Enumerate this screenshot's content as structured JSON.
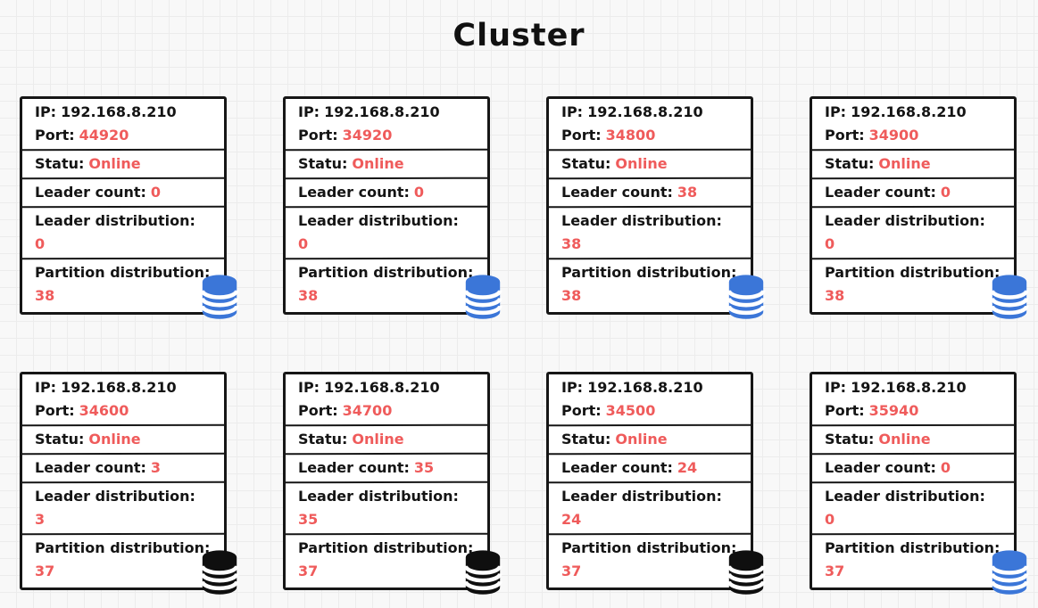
{
  "title": "Cluster",
  "labels": {
    "ip": "IP:",
    "port": "Port:",
    "status": "Statu:",
    "leader_count": "Leader count:",
    "leader_distribution": "Leader distribution:",
    "partition_distribution": "Partition distribution:"
  },
  "colors": {
    "value_red": "#ef5b5b",
    "text_black": "#141414",
    "card_border": "#161616",
    "db_blue": "#3b76d8",
    "db_black": "#0f0f0f",
    "background": "#f8f8f8",
    "grid_line": "#ececec"
  },
  "nodes": [
    {
      "ip": "192.168.8.210",
      "port": "44920",
      "status": "Online",
      "leader_count": "0",
      "leader_distribution": "0",
      "partition_distribution": "38",
      "db_color": "blue"
    },
    {
      "ip": "192.168.8.210",
      "port": "34920",
      "status": "Online",
      "leader_count": "0",
      "leader_distribution": "0",
      "partition_distribution": "38",
      "db_color": "blue"
    },
    {
      "ip": "192.168.8.210",
      "port": "34800",
      "status": "Online",
      "leader_count": "38",
      "leader_distribution": "38",
      "partition_distribution": "38",
      "db_color": "blue"
    },
    {
      "ip": "192.168.8.210",
      "port": "34900",
      "status": "Online",
      "leader_count": "0",
      "leader_distribution": "0",
      "partition_distribution": "38",
      "db_color": "blue"
    },
    {
      "ip": "192.168.8.210",
      "port": "34600",
      "status": "Online",
      "leader_count": "3",
      "leader_distribution": "3",
      "partition_distribution": "37",
      "db_color": "black"
    },
    {
      "ip": "192.168.8.210",
      "port": "34700",
      "status": "Online",
      "leader_count": "35",
      "leader_distribution": "35",
      "partition_distribution": "37",
      "db_color": "black"
    },
    {
      "ip": "192.168.8.210",
      "port": "34500",
      "status": "Online",
      "leader_count": "24",
      "leader_distribution": "24",
      "partition_distribution": "37",
      "db_color": "black"
    },
    {
      "ip": "192.168.8.210",
      "port": "35940",
      "status": "Online",
      "leader_count": "0",
      "leader_distribution": "0",
      "partition_distribution": "37",
      "db_color": "blue"
    }
  ]
}
